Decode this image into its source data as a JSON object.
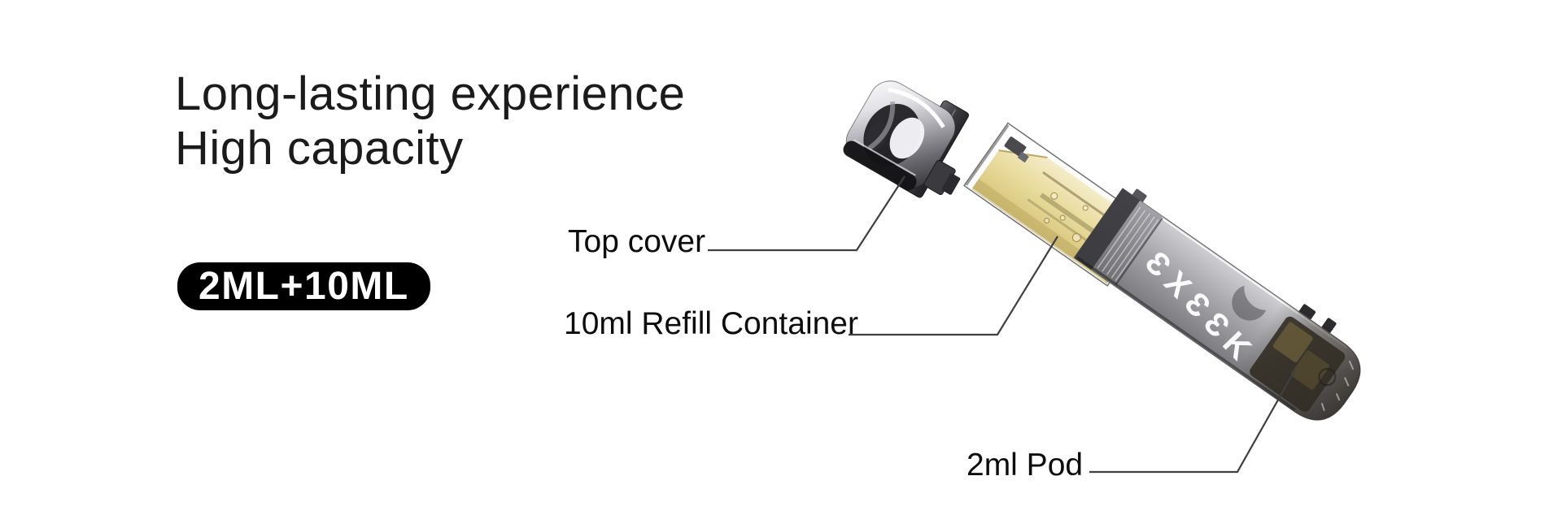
{
  "headline": {
    "line1": "Long-lasting experience",
    "line2": "High capacity"
  },
  "capacity_badge": {
    "label": "2ML+10ML"
  },
  "callouts": {
    "top_cover": {
      "label": "Top cover"
    },
    "refill_container": {
      "label": "10ml Refill Container"
    },
    "pod": {
      "label": "2ml Pod"
    }
  },
  "device": {
    "brand_text": "ƐXƐƐK"
  },
  "theme": {
    "badge_bg": "#000000",
    "badge_text": "#ffffff",
    "heading_color": "#1b1b1b",
    "label_color": "#0d0d0d",
    "leader_line_color": "#3f3f3f",
    "liquid_color": "#e9dc9e",
    "body_tint": "#8c8c90",
    "brand_text_color": "#ffffff"
  }
}
